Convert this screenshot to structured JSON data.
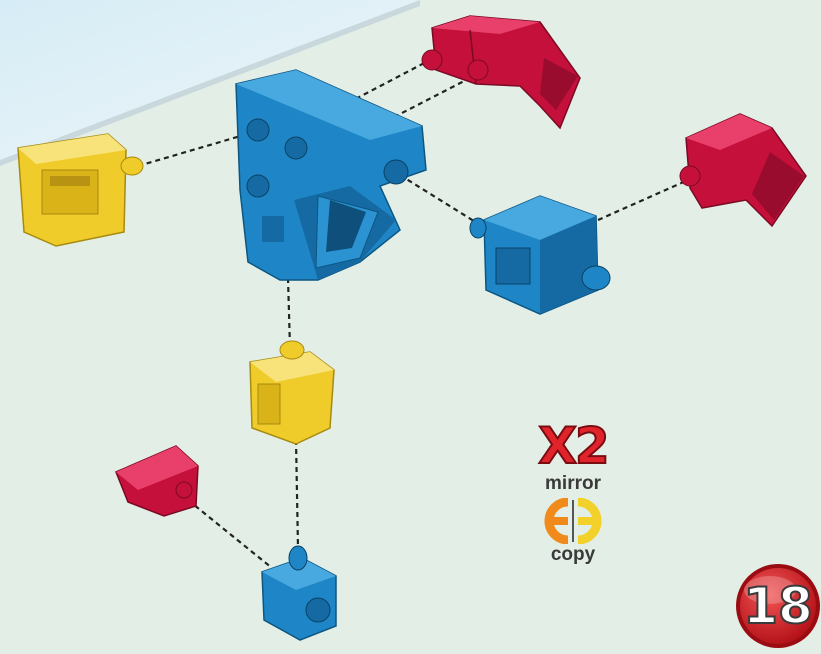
{
  "step": {
    "number": "18"
  },
  "multiplier": {
    "count_label": "X2",
    "mirror_label": "mirror",
    "copy_label": "copy"
  },
  "colors": {
    "blue": "#1e86c6",
    "yellow": "#f0cc2a",
    "red": "#c4103a",
    "background": "#e3efe6"
  },
  "parts": [
    {
      "name": "blue-bracket-hub",
      "color": "blue"
    },
    {
      "name": "blue-connector-cube-right",
      "color": "blue"
    },
    {
      "name": "blue-connector-cube-bottom",
      "color": "blue"
    },
    {
      "name": "yellow-block-left",
      "color": "yellow"
    },
    {
      "name": "yellow-block-middle",
      "color": "yellow"
    },
    {
      "name": "red-clip-double-top",
      "color": "red"
    },
    {
      "name": "red-clip-right",
      "color": "red"
    },
    {
      "name": "red-clip-bottom-left",
      "color": "red"
    }
  ]
}
